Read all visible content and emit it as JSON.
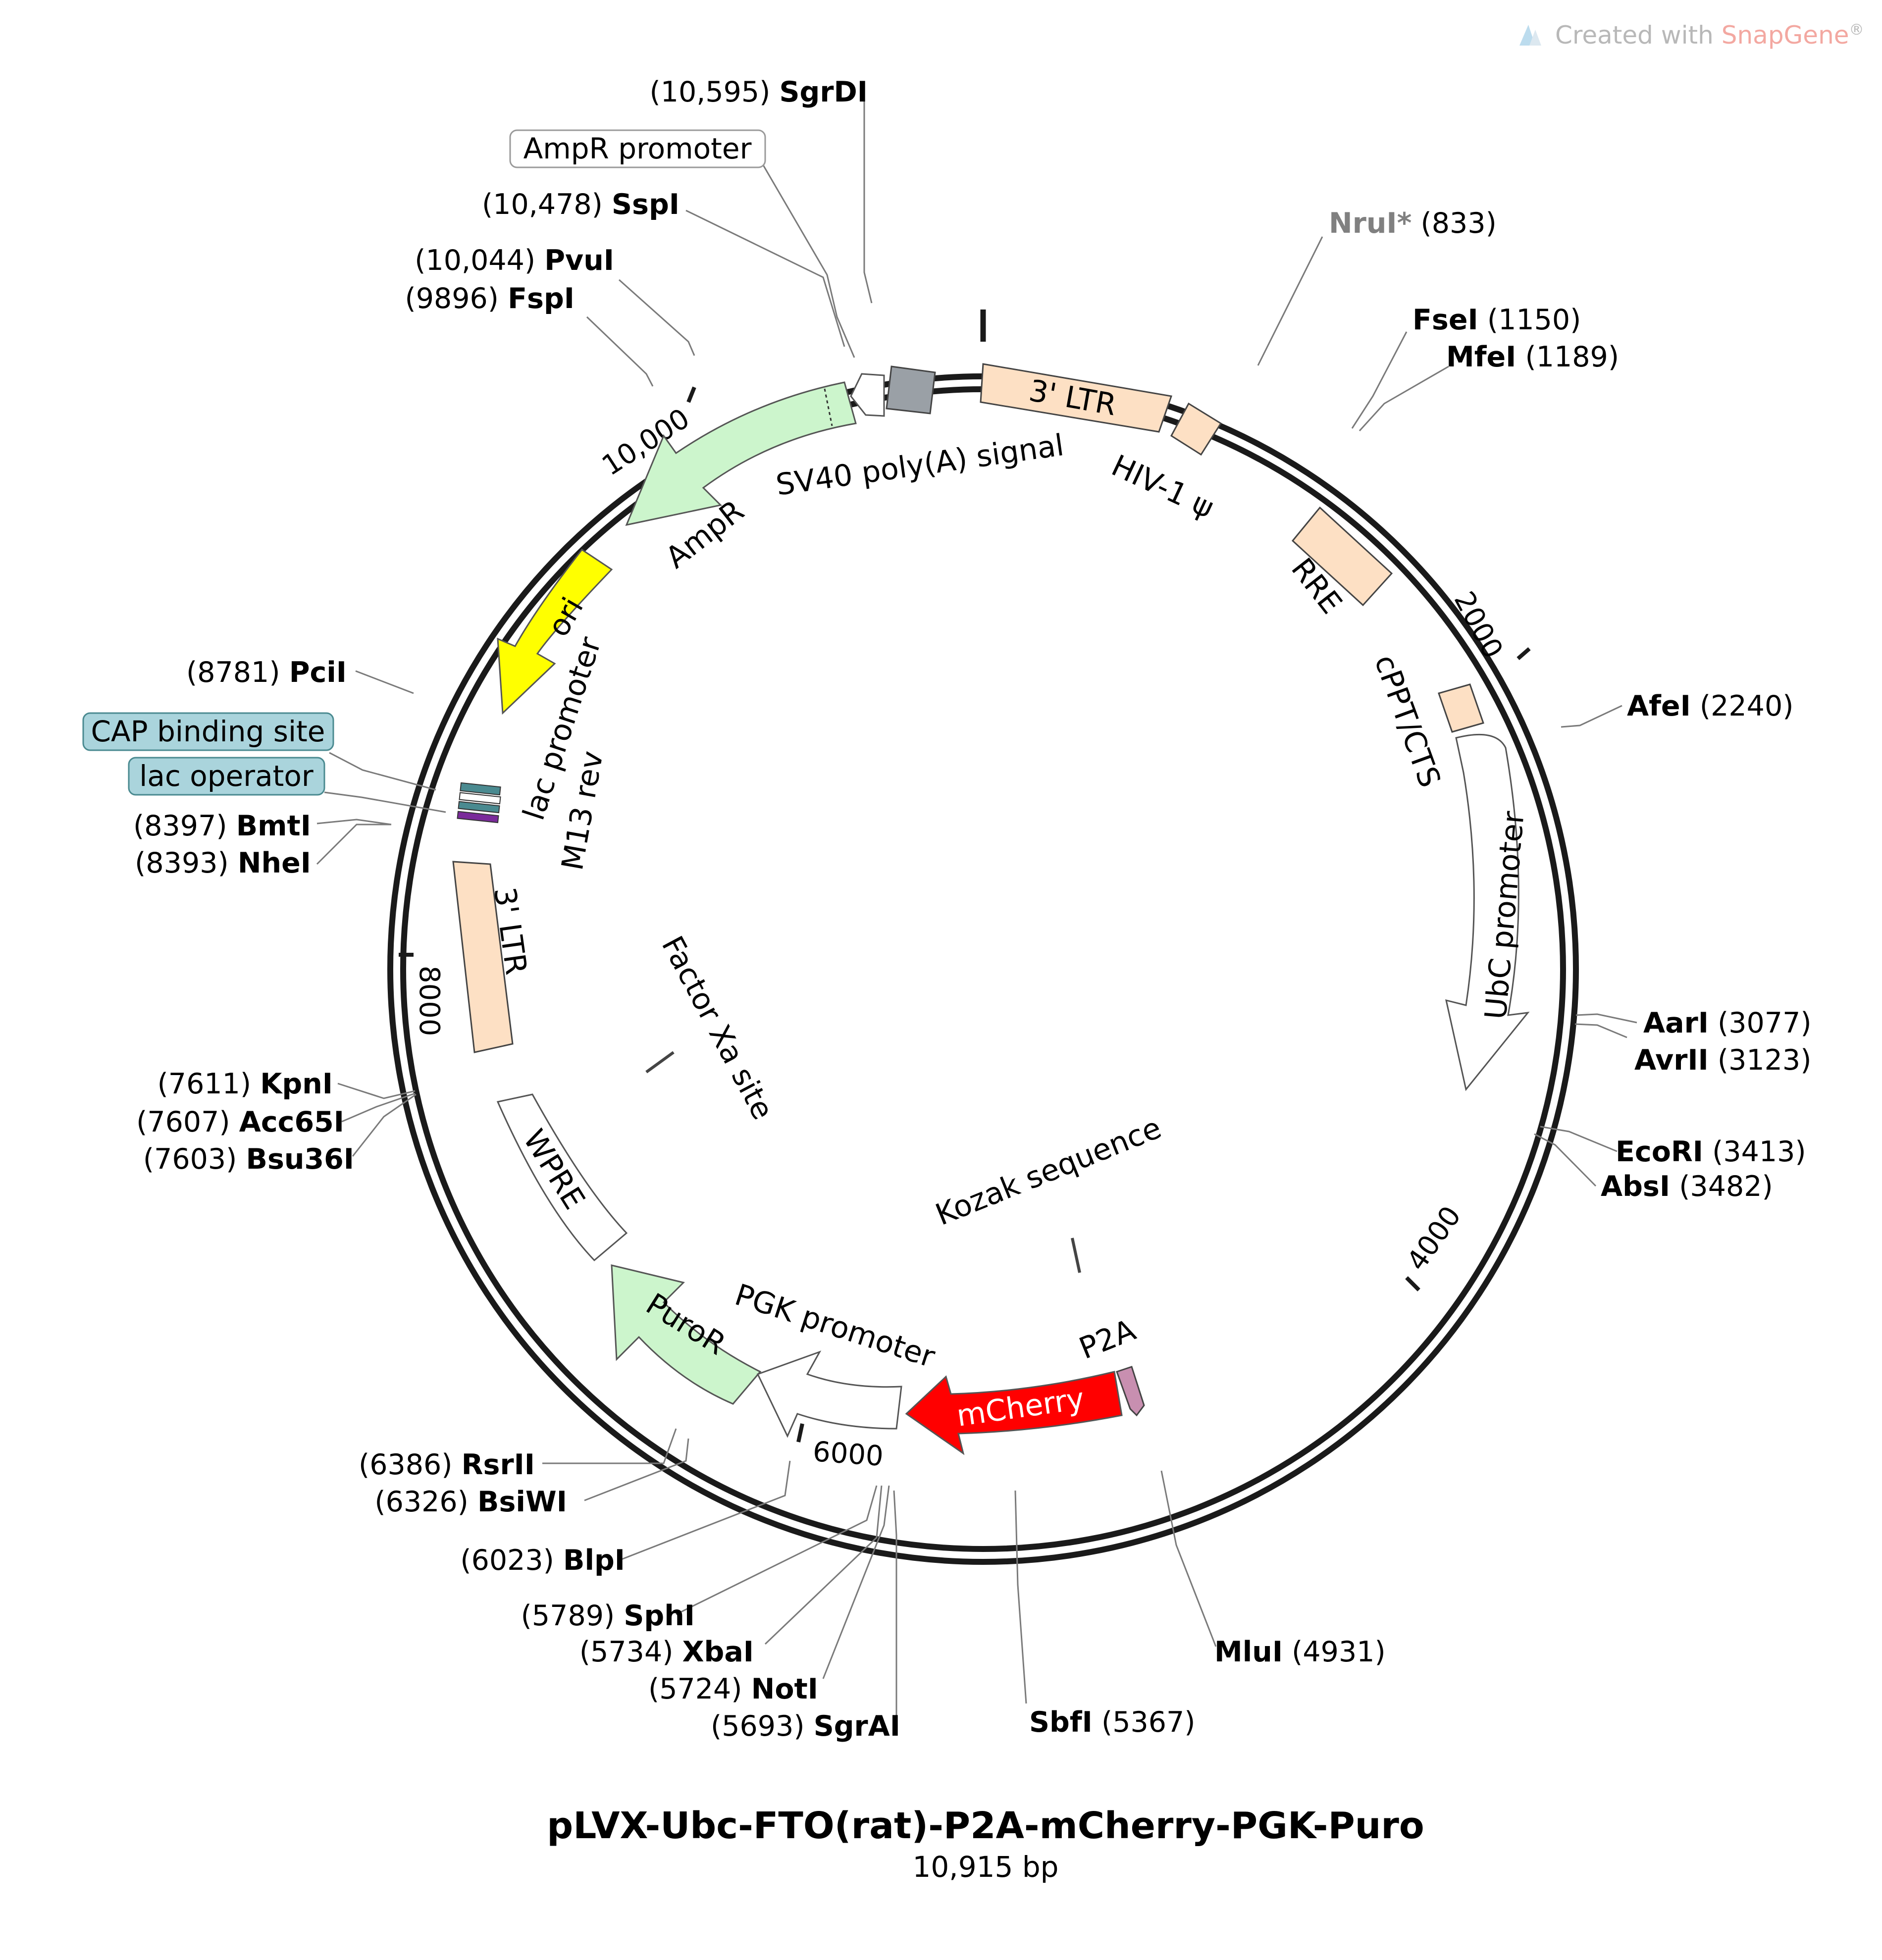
{
  "credit": {
    "prefix": "Created with ",
    "brand": "SnapGene",
    "mark": "®"
  },
  "plasmid": {
    "name": "pLVX-Ubc-FTO(rat)-P2A-mCherry-PGK-Puro",
    "size_label": "10,915 bp"
  },
  "ticks": [
    "10,000",
    "2000",
    "4000",
    "6000",
    "8000"
  ],
  "enzymes": [
    {
      "name": "SgrDI",
      "pos": "(10,595)"
    },
    {
      "name": "SspI",
      "pos": "(10,478)"
    },
    {
      "name": "PvuI",
      "pos": "(10,044)"
    },
    {
      "name": "FspI",
      "pos": "(9896)"
    },
    {
      "name": "NruI*",
      "pos": "(833)"
    },
    {
      "name": "FseI",
      "pos": "(1150)"
    },
    {
      "name": "MfeI",
      "pos": "(1189)"
    },
    {
      "name": "PciI",
      "pos": "(8781)"
    },
    {
      "name": "AfeI",
      "pos": "(2240)"
    },
    {
      "name": "BmtI",
      "pos": "(8397)"
    },
    {
      "name": "NheI",
      "pos": "(8393)"
    },
    {
      "name": "AarI",
      "pos": "(3077)"
    },
    {
      "name": "AvrII",
      "pos": "(3123)"
    },
    {
      "name": "KpnI",
      "pos": "(7611)"
    },
    {
      "name": "Acc65I",
      "pos": "(7607)"
    },
    {
      "name": "Bsu36I",
      "pos": "(7603)"
    },
    {
      "name": "EcoRI",
      "pos": "(3413)"
    },
    {
      "name": "AbsI",
      "pos": "(3482)"
    },
    {
      "name": "RsrII",
      "pos": "(6386)"
    },
    {
      "name": "BsiWI",
      "pos": "(6326)"
    },
    {
      "name": "BlpI",
      "pos": "(6023)"
    },
    {
      "name": "SphI",
      "pos": "(5789)"
    },
    {
      "name": "XbaI",
      "pos": "(5734)"
    },
    {
      "name": "NotI",
      "pos": "(5724)"
    },
    {
      "name": "SgrAI",
      "pos": "(5693)"
    },
    {
      "name": "SbfI",
      "pos": "(5367)"
    },
    {
      "name": "MluI",
      "pos": "(4931)"
    }
  ],
  "boxed_features": [
    "AmpR promoter",
    "CAP binding site",
    "lac operator"
  ],
  "features": [
    "3' LTR",
    "HIV-1 ψ",
    "RRE",
    "cPPT/CTS",
    "UbC promoter",
    "SV40 poly(A) signal",
    "AmpR",
    "ori",
    "lac promoter",
    "M13 rev",
    "3' LTR",
    "Factor Xa site",
    "WPRE",
    "PuroR",
    "PGK promoter",
    "Kozak sequence",
    "P2A",
    "mCherry"
  ],
  "colors": {
    "ltr": "#fde0c4",
    "ampr": "#ccf5cc",
    "ori": "#ffff00",
    "mcherry": "#ff0000",
    "p2a": "#c88fb0",
    "sv40": "#9aa0a6",
    "lac_box": "#aad4dc",
    "nrui_label": "#808080"
  }
}
